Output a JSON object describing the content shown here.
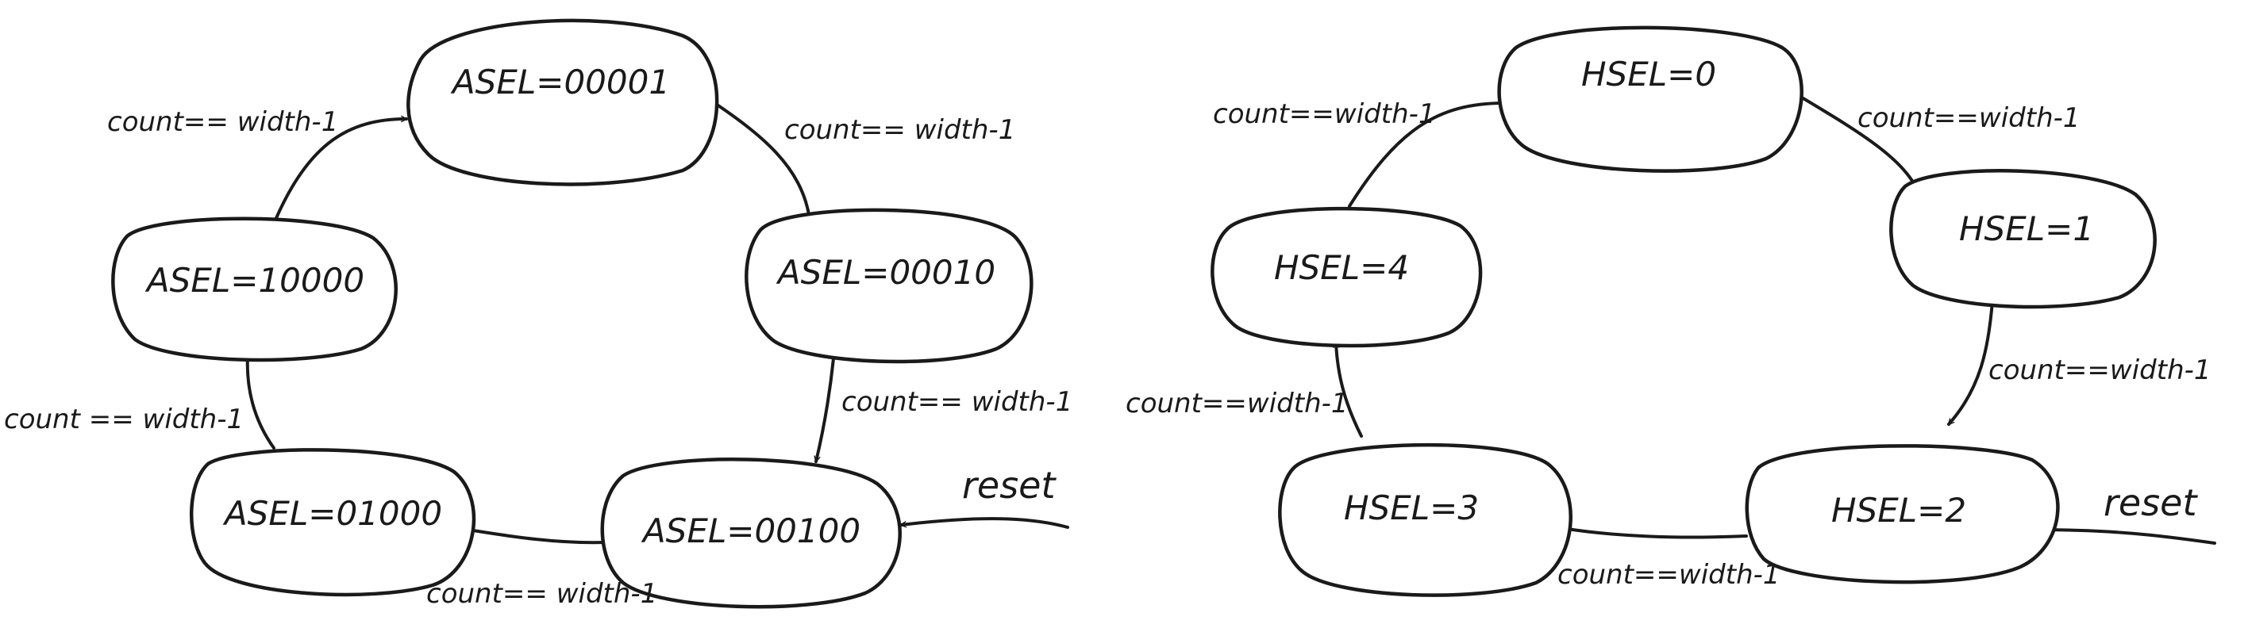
{
  "colors": {
    "ink": "#1a1a1a",
    "background": "#ffffff"
  },
  "left_diagram": {
    "states": [
      {
        "id": "asel-00001",
        "label": "ASEL=00001"
      },
      {
        "id": "asel-00010",
        "label": "ASEL=00010"
      },
      {
        "id": "asel-00100",
        "label": "ASEL=00100"
      },
      {
        "id": "asel-01000",
        "label": "ASEL=01000"
      },
      {
        "id": "asel-10000",
        "label": "ASEL=10000"
      }
    ],
    "transitions": [
      {
        "from": "asel-00001",
        "to": "asel-00010",
        "label": "count== width-1"
      },
      {
        "from": "asel-00010",
        "to": "asel-00100",
        "label": "count== width-1"
      },
      {
        "from": "asel-00100",
        "to": "asel-01000",
        "label": "count== width-1"
      },
      {
        "from": "asel-01000",
        "to": "asel-10000",
        "label": "count == width-1"
      },
      {
        "from": "asel-10000",
        "to": "asel-00001",
        "label": "count== width-1"
      }
    ],
    "reset": {
      "label": "reset",
      "to": "asel-00100"
    }
  },
  "right_diagram": {
    "states": [
      {
        "id": "hsel-0",
        "label": "HSEL=0"
      },
      {
        "id": "hsel-1",
        "label": "HSEL=1"
      },
      {
        "id": "hsel-2",
        "label": "HSEL=2"
      },
      {
        "id": "hsel-3",
        "label": "HSEL=3"
      },
      {
        "id": "hsel-4",
        "label": "HSEL=4"
      }
    ],
    "transitions": [
      {
        "from": "hsel-0",
        "to": "hsel-1",
        "label": "count==width-1"
      },
      {
        "from": "hsel-1",
        "to": "hsel-2",
        "label": "count==width-1"
      },
      {
        "from": "hsel-2",
        "to": "hsel-3",
        "label": "count==width-1"
      },
      {
        "from": "hsel-3",
        "to": "hsel-4",
        "label": "count==width-1"
      },
      {
        "from": "hsel-4",
        "to": "hsel-0",
        "label": "count==width-1"
      }
    ],
    "reset": {
      "label": "reset",
      "to": "hsel-2"
    }
  }
}
